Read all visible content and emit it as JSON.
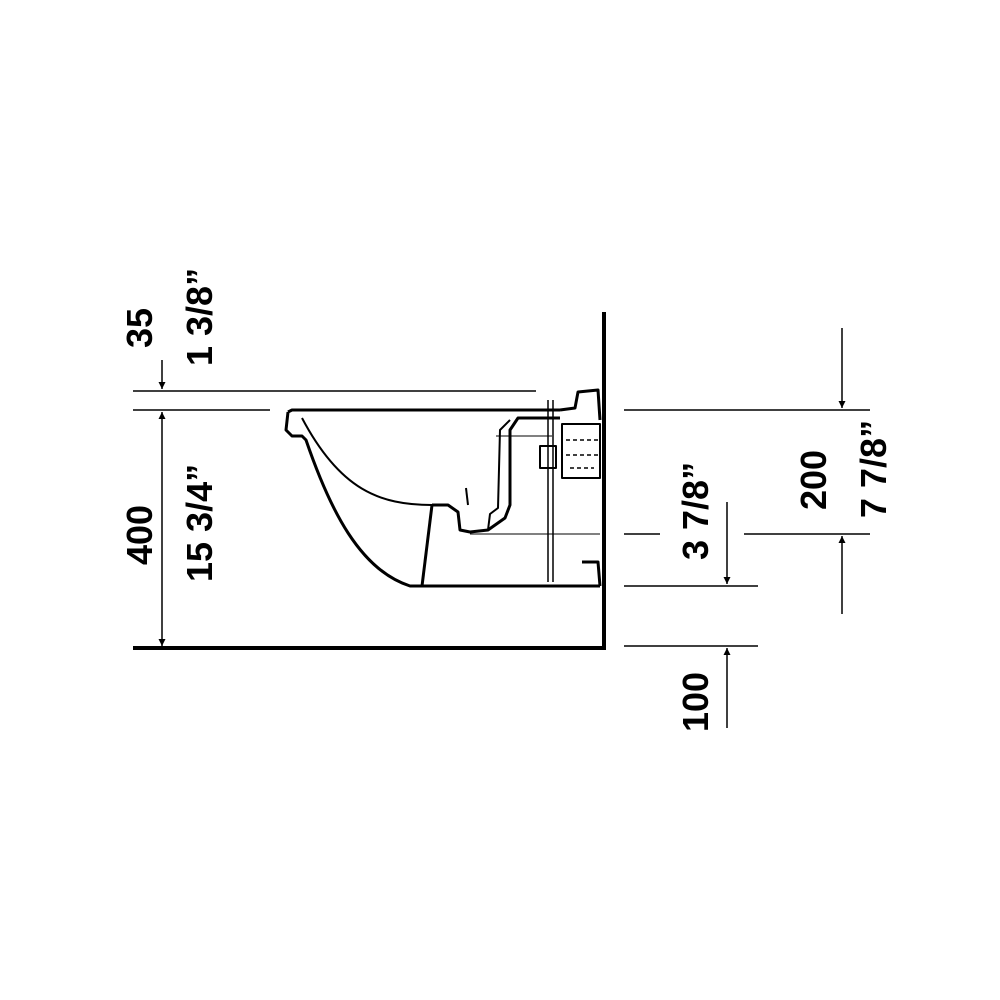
{
  "drawing": {
    "line_color": "#000000",
    "background_color": "#ffffff"
  },
  "dimensions": {
    "rim_gap": {
      "mm": "35",
      "inch": "1 3/8”"
    },
    "rim_height": {
      "mm": "400",
      "inch": "15 3/4”"
    },
    "supply_offset": {
      "mm": "200",
      "inch": "7 7/8”"
    },
    "waste_offset": {
      "inch": "3 7/8”"
    },
    "bottom_offset": {
      "mm": "100"
    }
  }
}
